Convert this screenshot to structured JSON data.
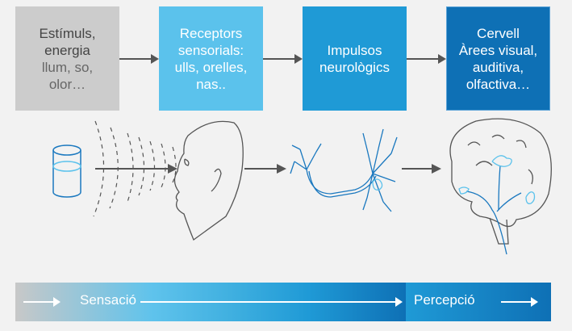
{
  "steps": [
    {
      "title_lines": [
        "Estímuls,",
        "energia"
      ],
      "sub_lines": [
        "llum, so,",
        "olor…"
      ],
      "color": "#cccccc"
    },
    {
      "title_lines": [
        "Receptors",
        "sensorials:"
      ],
      "sub_lines": [
        "ulls, orelles,",
        "nas.."
      ],
      "color": "#5bc2ec"
    },
    {
      "title_lines": [
        "Impulsos",
        "neurològics"
      ],
      "sub_lines": [],
      "color": "#1f9ad6"
    },
    {
      "title_lines": [
        "Cervell"
      ],
      "sub_lines": [
        "Àrees visual,",
        "auditiva,",
        "olfactiva…"
      ],
      "color": "#0e70b5"
    }
  ],
  "illustrations": [
    "glass-of-water-icon",
    "human-head-icon",
    "neuron-icon",
    "brain-icon"
  ],
  "bottom_bar": {
    "left_label": "Sensació",
    "right_label": "Percepció",
    "gradient_start": "#c8c8c8",
    "gradient_end": "#0e70b5"
  }
}
